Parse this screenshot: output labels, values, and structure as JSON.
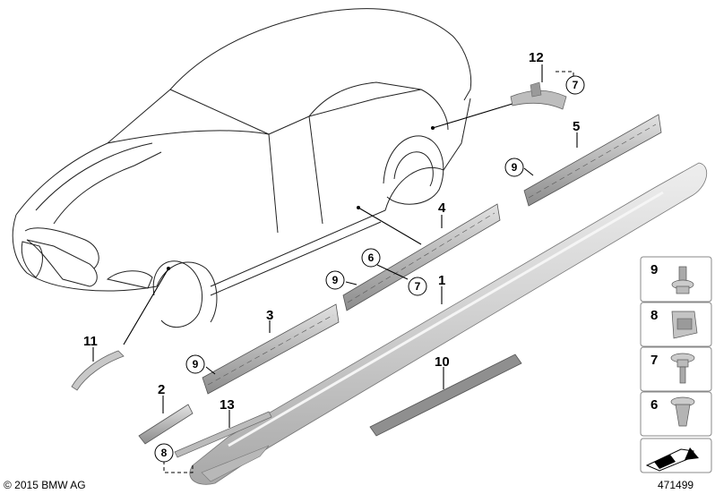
{
  "callouts": {
    "c1": "1",
    "c2": "2",
    "c3": "3",
    "c4": "4",
    "c5": "5",
    "c6": "6",
    "c7a": "7",
    "c7b": "7",
    "c8": "8",
    "c9a": "9",
    "c9b": "9",
    "c9c": "9",
    "c10": "10",
    "c11": "11",
    "c12": "12",
    "c13": "13"
  },
  "legend": {
    "items": [
      {
        "label": "9",
        "icon": "screw-icon"
      },
      {
        "label": "8",
        "icon": "clip-nut-icon"
      },
      {
        "label": "7",
        "icon": "collar-screw-icon"
      },
      {
        "label": "6",
        "icon": "expanding-rivet-icon"
      }
    ]
  },
  "footer": {
    "copyright": "© 2015 BMW AG",
    "diagram_number": "471499"
  },
  "colors": {
    "part_fill": "#d8d8d8",
    "part_dark": "#9a9a9a",
    "legend_border": "#888888"
  }
}
